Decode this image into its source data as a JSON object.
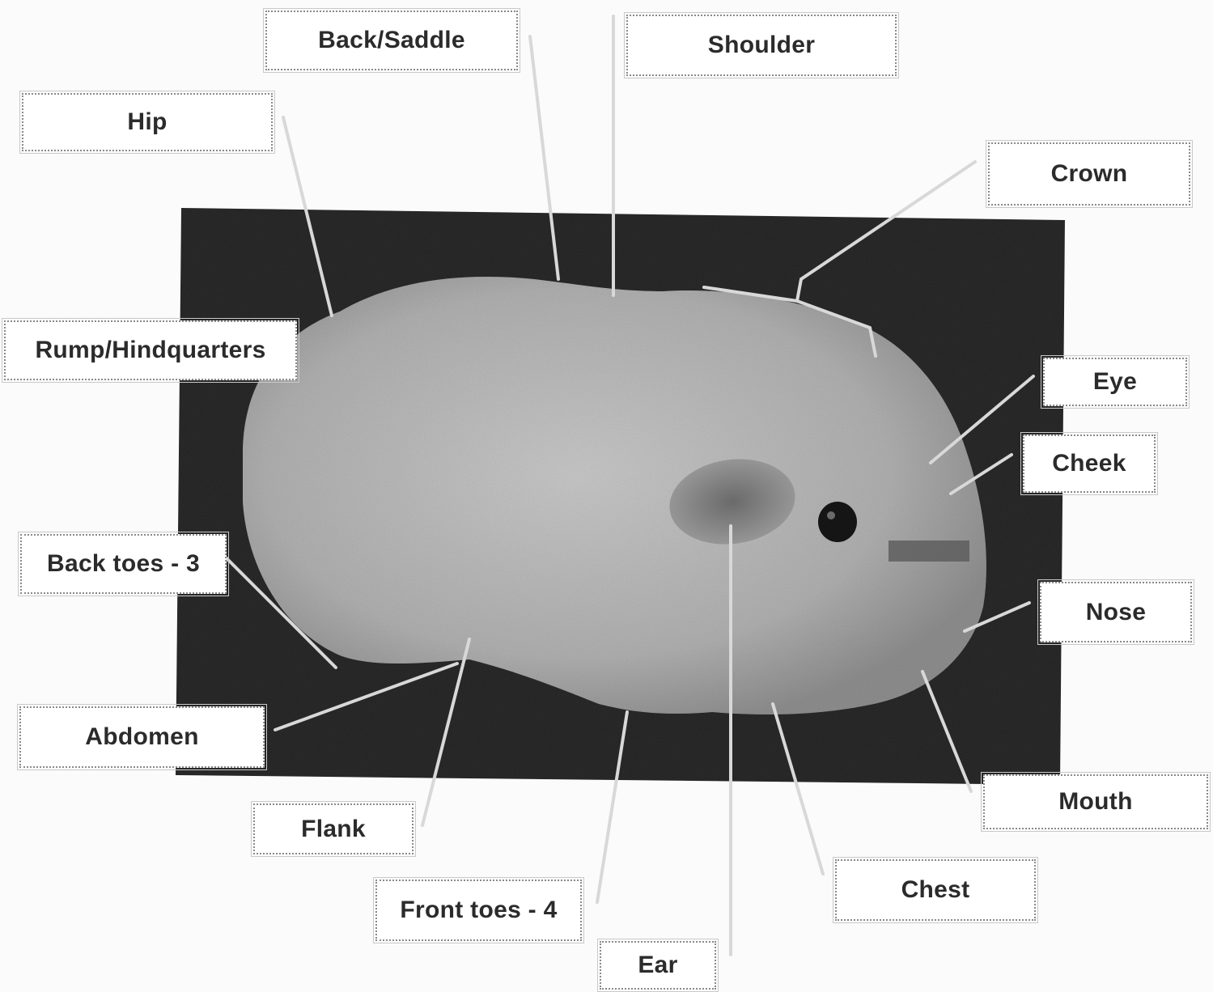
{
  "diagram": {
    "labels": {
      "back_saddle": "Back/Saddle",
      "shoulder": "Shoulder",
      "hip": "Hip",
      "crown": "Crown",
      "rump": "Rump/Hindquarters",
      "eye": "Eye",
      "cheek": "Cheek",
      "back_toes": "Back toes - 3",
      "nose": "Nose",
      "abdomen": "Abdomen",
      "mouth": "Mouth",
      "flank": "Flank",
      "chest": "Chest",
      "front_toes": "Front toes - 4",
      "ear": "Ear"
    },
    "colors": {
      "photo_background": "#2a2a2a",
      "animal_fur": "#b9b9b9",
      "leader_line": "#d8d8d8",
      "label_text": "#2b2b2b"
    }
  }
}
